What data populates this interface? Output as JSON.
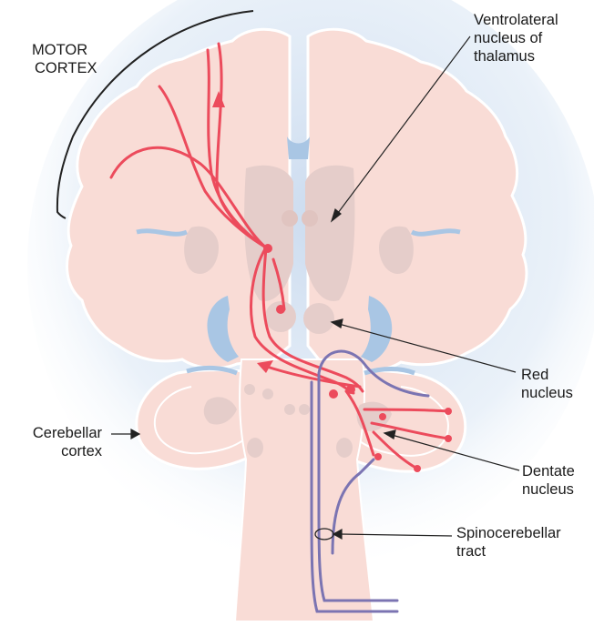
{
  "labels": {
    "motor_cortex": [
      "MOTOR",
      "CORTEX"
    ],
    "ventrolateral": [
      "Ventrolateral",
      "nucleus of",
      "thalamus"
    ],
    "red_nucleus": [
      "Red",
      "nucleus"
    ],
    "cerebellar_cortex": [
      "Cerebellar",
      "cortex"
    ],
    "dentate_nucleus": [
      "Dentate",
      "nucleus"
    ],
    "spinocerebellar": [
      "Spinocerebellar",
      "tract"
    ]
  },
  "colors": {
    "tissue": "#f9dcd6",
    "tissue_outline": "#ffffff",
    "gray_matter": "#e5cdca",
    "ventricle": "#a9c6e4",
    "halo": "#c8d9ee",
    "motor_pathway": "#ec4b5c",
    "spinocerebellar_pathway": "#7b74b2",
    "leader_line": "#222222"
  }
}
